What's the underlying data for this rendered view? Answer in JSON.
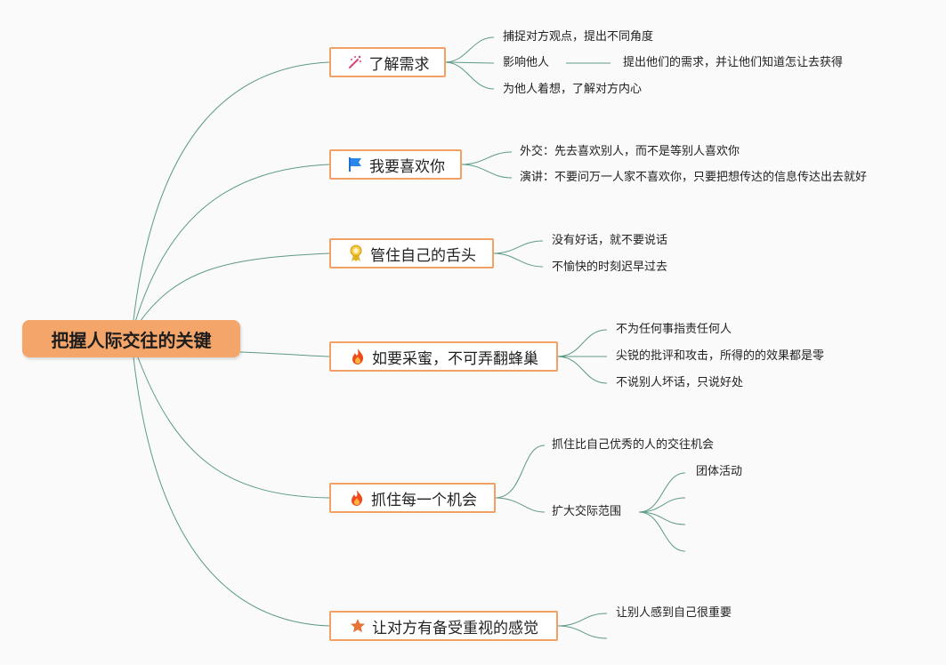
{
  "root": {
    "label": "把握人际交往的关键"
  },
  "topics": [
    {
      "label": "了解需求",
      "icon": "magic-wand-icon"
    },
    {
      "label": "我要喜欢你",
      "icon": "flag-icon"
    },
    {
      "label": "管住自己的舌头",
      "icon": "ribbon-badge-icon"
    },
    {
      "label": "如要采蜜，不可弄翻蜂巢",
      "icon": "fire-icon"
    },
    {
      "label": "抓住每一个机会",
      "icon": "fire-icon"
    },
    {
      "label": "让对方有备受重视的感觉",
      "icon": "star-icon"
    }
  ],
  "leaves": {
    "t1": [
      "捕捉对方观点，提出不同角度",
      "影响他人",
      "为他人着想，了解对方内心"
    ],
    "t1_sub": "提出他们的需求，并让他们知道怎让去获得",
    "t2": [
      "外交：先去喜欢别人，而不是等别人喜欢你",
      "演讲：不要问万一人家不喜欢你，只要把想传达的信息传达出去就好"
    ],
    "t3": [
      "没有好话，就不要说话",
      "不愉快的时刻迟早过去"
    ],
    "t4": [
      "不为任何事指责任何人",
      "尖锐的批评和攻击，所得的的效果都是零",
      "不说别人坏话，只说好处"
    ],
    "t5": [
      "抓住比自己优秀的人的交往机会",
      "扩大交际范围"
    ],
    "t5_sub": [
      "团体活动"
    ],
    "t6": [
      "让别人感到自己很重要"
    ]
  },
  "colors": {
    "line": "#5d9a86",
    "topic_border": "#f2a066",
    "root_fill": "#f4a56a"
  }
}
